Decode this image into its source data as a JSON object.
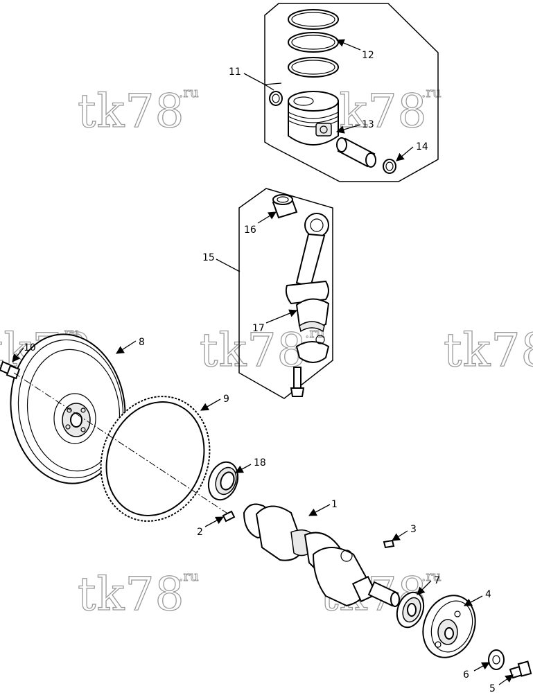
{
  "watermark": {
    "main": "tk78",
    "suffix": ".ru"
  },
  "callouts": {
    "c1": "1",
    "c2": "2",
    "c3": "3",
    "c4": "4",
    "c5": "5",
    "c6": "6",
    "c7": "7",
    "c8": "8",
    "c9": "9",
    "c10": "10",
    "c11": "11",
    "c12": "12",
    "c13": "13",
    "c14": "14",
    "c15": "15",
    "c16": "16",
    "c17": "17",
    "c18": "18"
  }
}
